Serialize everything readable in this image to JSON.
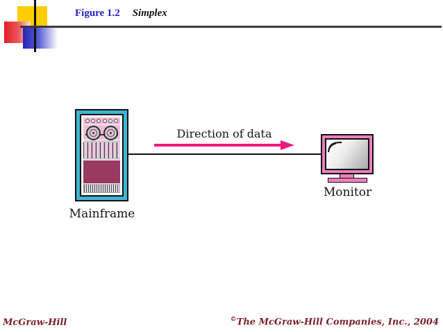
{
  "header": {
    "figure_label": "Figure 1.2",
    "figure_title": "Simplex"
  },
  "diagram": {
    "direction_label": "Direction of data",
    "mainframe_label": "Mainframe",
    "monitor_label": "Monitor"
  },
  "footer": {
    "left": "McGraw-Hill",
    "copyright_symbol": "©",
    "right": "The McGraw-Hill Companies, Inc., 2004"
  },
  "colors": {
    "figure_label_blue": "#2222cc",
    "accent_arrow": "#ed1a7d",
    "mainframe_cyan": "#3fb6d3",
    "panel_pink": "#f2bcd8",
    "panel_plum": "#993a63",
    "monitor_pink": "#ef7fbe",
    "footer_maroon": "#7b1f2a",
    "logo_yellow": "#ffcc00",
    "logo_red": "#e31e24",
    "logo_blue": "#2426b4"
  }
}
